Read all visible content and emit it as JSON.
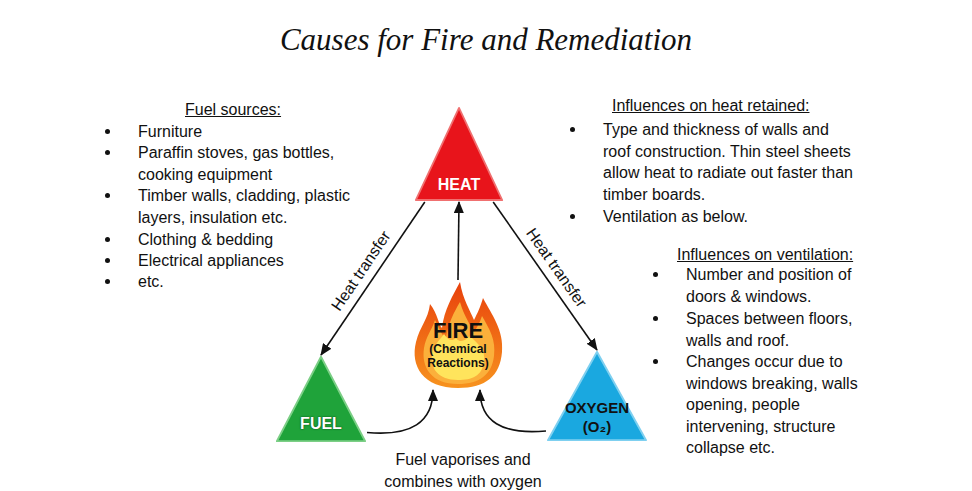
{
  "diagram": {
    "title": "Causes for Fire and Remediation",
    "nodes": [
      {
        "text": [
          "HEAT"
        ]
      },
      {
        "text": [
          "FIRE",
          "(Chemical Reactions)"
        ]
      },
      {
        "text": [
          "FUEL"
        ]
      },
      {
        "text": [
          "OXYGEN (O₂)"
        ]
      }
    ],
    "edges": [
      {
        "from": 1,
        "to": 0,
        "arrow": "to"
      },
      {
        "from": 0,
        "to": 2,
        "label": "Heat transfer",
        "arrow": "to"
      },
      {
        "from": 0,
        "to": 3,
        "label": "Heat transfer",
        "arrow": "to"
      },
      {
        "from": 2,
        "to": 1,
        "arrow": "to"
      },
      {
        "from": 3,
        "to": 1,
        "arrow": "to"
      }
    ],
    "labels": [
      "Fuel sources:",
      "Furniture",
      "Paraffin stoves, gas bottles, cooking equipment",
      "Timber walls, cladding, plastic layers, insulation etc.",
      "Clothing & bedding",
      "Electrical appliances",
      "etc.",
      "Influences on heat retained:",
      "Type and thickness of walls and roof construction. Thin steel sheets allow heat to radiate out faster than timber boards.",
      "Ventilation as below.",
      "Influences on ventilation:",
      "Number and position of doors & windows.",
      "Spaces between floors, walls and roof.",
      "Changes occur due to windows breaking, walls opening, people intervening, structure collapse etc.",
      "Fuel vaporises and combines with oxygen"
    ]
  }
}
